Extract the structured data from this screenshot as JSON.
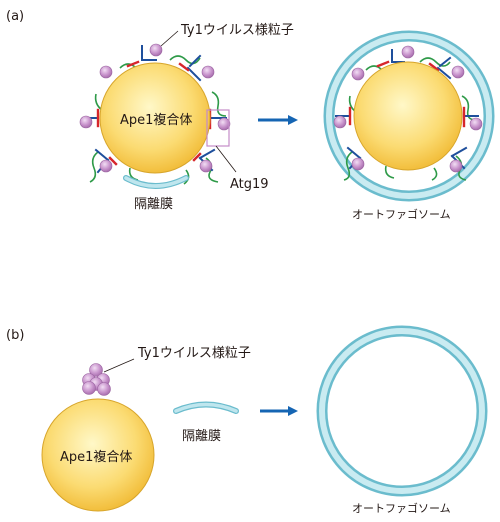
{
  "panel_a": {
    "label": "(a)",
    "complex_label": "Ape1複合体",
    "vlp_label": "Ty1ウイルス様粒子",
    "receptor_label": "Atg19",
    "membrane_label": "隔離膜",
    "autophagosome_label": "オートファゴソーム"
  },
  "panel_b": {
    "label": "(b)",
    "complex_label": "Ape1複合体",
    "vlp_label": "Ty1ウイルス様粒子",
    "membrane_label": "隔離膜",
    "autophagosome_label": "オートファゴソーム"
  },
  "colors": {
    "complex_fill_center": "#fff7c4",
    "complex_fill_edge": "#f6c94a",
    "complex_stroke": "#d7a52b",
    "vlp": "#c48cc9",
    "vlp_light": "#ead1ee",
    "atg19_blue": "#1e4f9c",
    "atg19_red": "#d7262c",
    "linker_green": "#2e9a48",
    "membrane": "#a9dce7",
    "membrane_stroke": "#6bbccd",
    "arrow": "#1565b3"
  }
}
